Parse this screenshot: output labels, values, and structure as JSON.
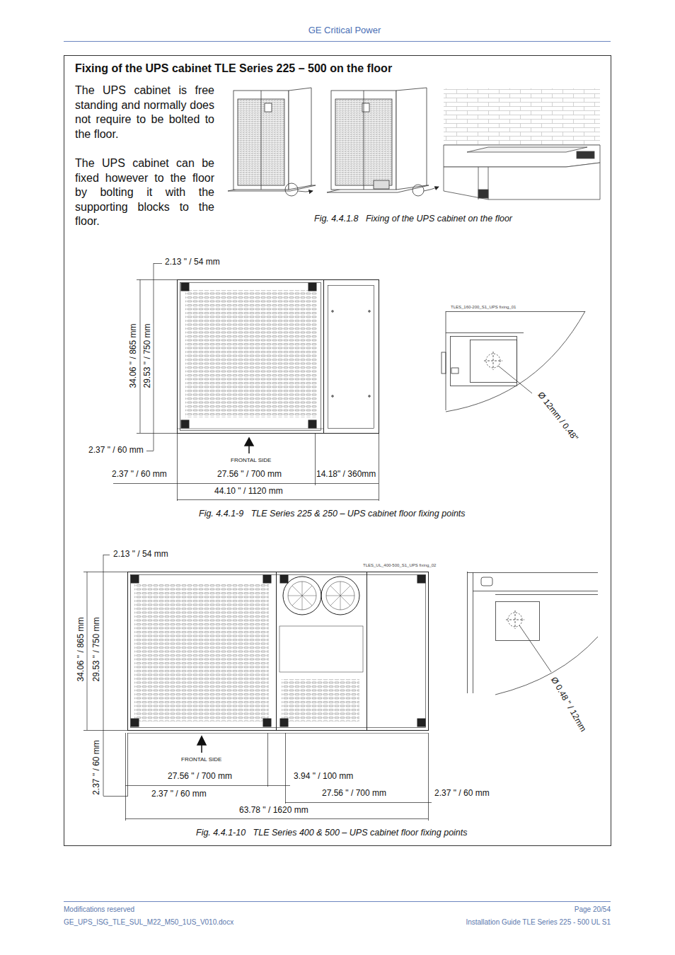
{
  "diagram": {
    "title": "Fixing of the UPS cabinet TLE Series 225 – 500 on the floor",
    "labels": [
      "GE Critical Power",
      "The UPS cabinet is free standing and normally does not require to be bolted to the floor.",
      "The UPS cabinet can be fixed however to the floor by bolting it with the supporting blocks to the floor.",
      "Fig. 4.4.1.8   Fixing of the UPS cabinet on the floor",
      "2.13 \" / 54 mm",
      "34.06 \" / 865 mm",
      "29.53 \" / 750 mm",
      "2.37 \" / 60 mm",
      "FRONTAL SIDE",
      "2.37 \" / 60 mm",
      "27.56 \" / 700 mm",
      "14.18\" / 360mm",
      "44.10 \" / 1120 mm",
      "TLES_160-200_S1_UPS fixing_01",
      "Ø 12mm / 0.48\"",
      "Fig. 4.4.1-9   TLE Series 225 & 250 – UPS cabinet floor fixing points",
      "2.13 \" / 54 mm",
      "TLES_UL_400-500_S1_UPS fixing_02",
      "34.06 \" / 865 mm",
      "29.53 \" / 750 mm",
      "2.37 \" / 60 mm",
      "FRONTAL SIDE",
      "27.56 \" / 700 mm",
      "3.94 \" / 100 mm",
      "2.37 \" / 60 mm",
      "27.56 \" / 700 mm",
      "2.37 \" / 60 mm",
      "63.78 \" / 1620 mm",
      "Ø 0.48 \" / 12mm",
      "Fig. 4.4.1-10   TLE Series 400 & 500 – UPS cabinet floor fixing points",
      "Modifications reserved",
      "GE_UPS_ISG_TLE_SUL_M22_M50_1US_V010.docx",
      "Page 20/54",
      "Installation Guide TLE Series 225 - 500 UL S1"
    ]
  }
}
